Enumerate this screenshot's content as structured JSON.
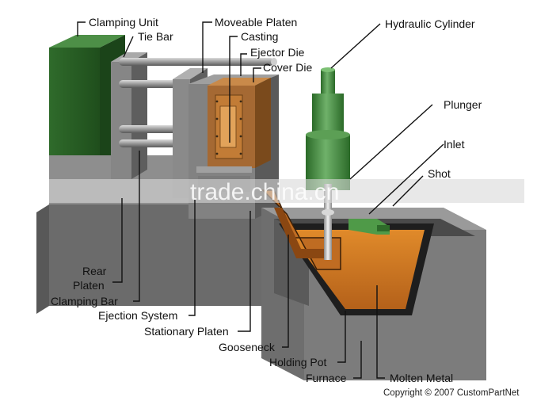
{
  "labels": {
    "clamping_unit": "Clamping Unit",
    "tie_bar": "Tie Bar",
    "moveable_platen": "Moveable Platen",
    "casting": "Casting",
    "ejector_die": "Ejector Die",
    "cover_die": "Cover Die",
    "hydraulic_cylinder": "Hydraulic Cylinder",
    "plunger": "Plunger",
    "inlet": "Inlet",
    "shot_chamber": "Shot",
    "rear": "Rear",
    "platen": "Platen",
    "clamping_bar": "Clamping Bar",
    "ejection_system": "Ejection System",
    "stationary_platen": "Stationary Platen",
    "gooseneck": "Gooseneck",
    "holding_pot": "Holding Pot",
    "furnace": "Furnace",
    "molten_metal": "Molten Metal"
  },
  "watermark": "trade.china.cn",
  "copyright": "Copyright © 2007 CustomPartNet",
  "colors": {
    "clamping_unit": "#2e6b2a",
    "platen_gray": "#7d7d7d",
    "base_gray": "#6a6a6a",
    "molten_metal": "#d07a1f",
    "hydraulic_green": "#3f8a3a"
  }
}
